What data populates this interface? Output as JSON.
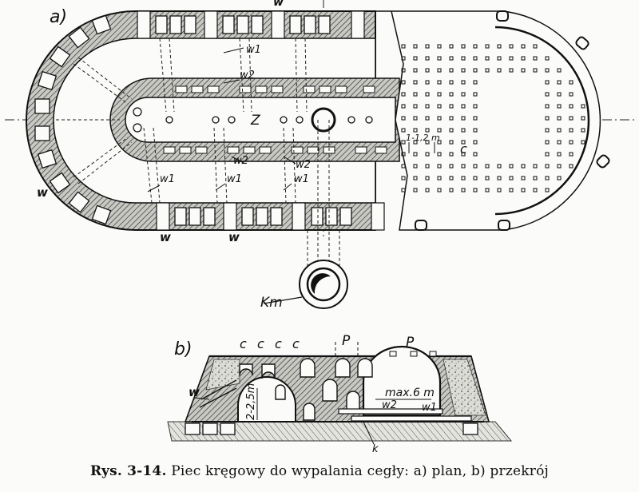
{
  "plan": {
    "part_label": "a)",
    "labels": {
      "w_top": "w",
      "w_left": "w",
      "w_bottom_1": "w",
      "w_bottom_2": "w",
      "w1_top": "w1",
      "w1_bottom_1": "w1",
      "w1_bottom_2": "w1",
      "w1_bottom_3": "w1",
      "w2_top": "w2",
      "w2_bottom_1": "w2",
      "w2_bottom_2": "w2",
      "z": "Z",
      "c": "c",
      "spacing": "1-1,2 m",
      "km": "Km"
    }
  },
  "section": {
    "part_label": "b)",
    "labels": {
      "c1": "c",
      "c2": "c",
      "c3": "c",
      "c4": "c",
      "p1": "P",
      "p2": "P",
      "w": "w",
      "height": "2-2,5m",
      "max": "max.6 m",
      "w2": "w2",
      "w1": "w1",
      "k": "k"
    }
  },
  "caption": {
    "number": "Rys. 3-14.",
    "text": "Piec kręgowy do wypalania cegły: a) plan, b) przekrój"
  }
}
